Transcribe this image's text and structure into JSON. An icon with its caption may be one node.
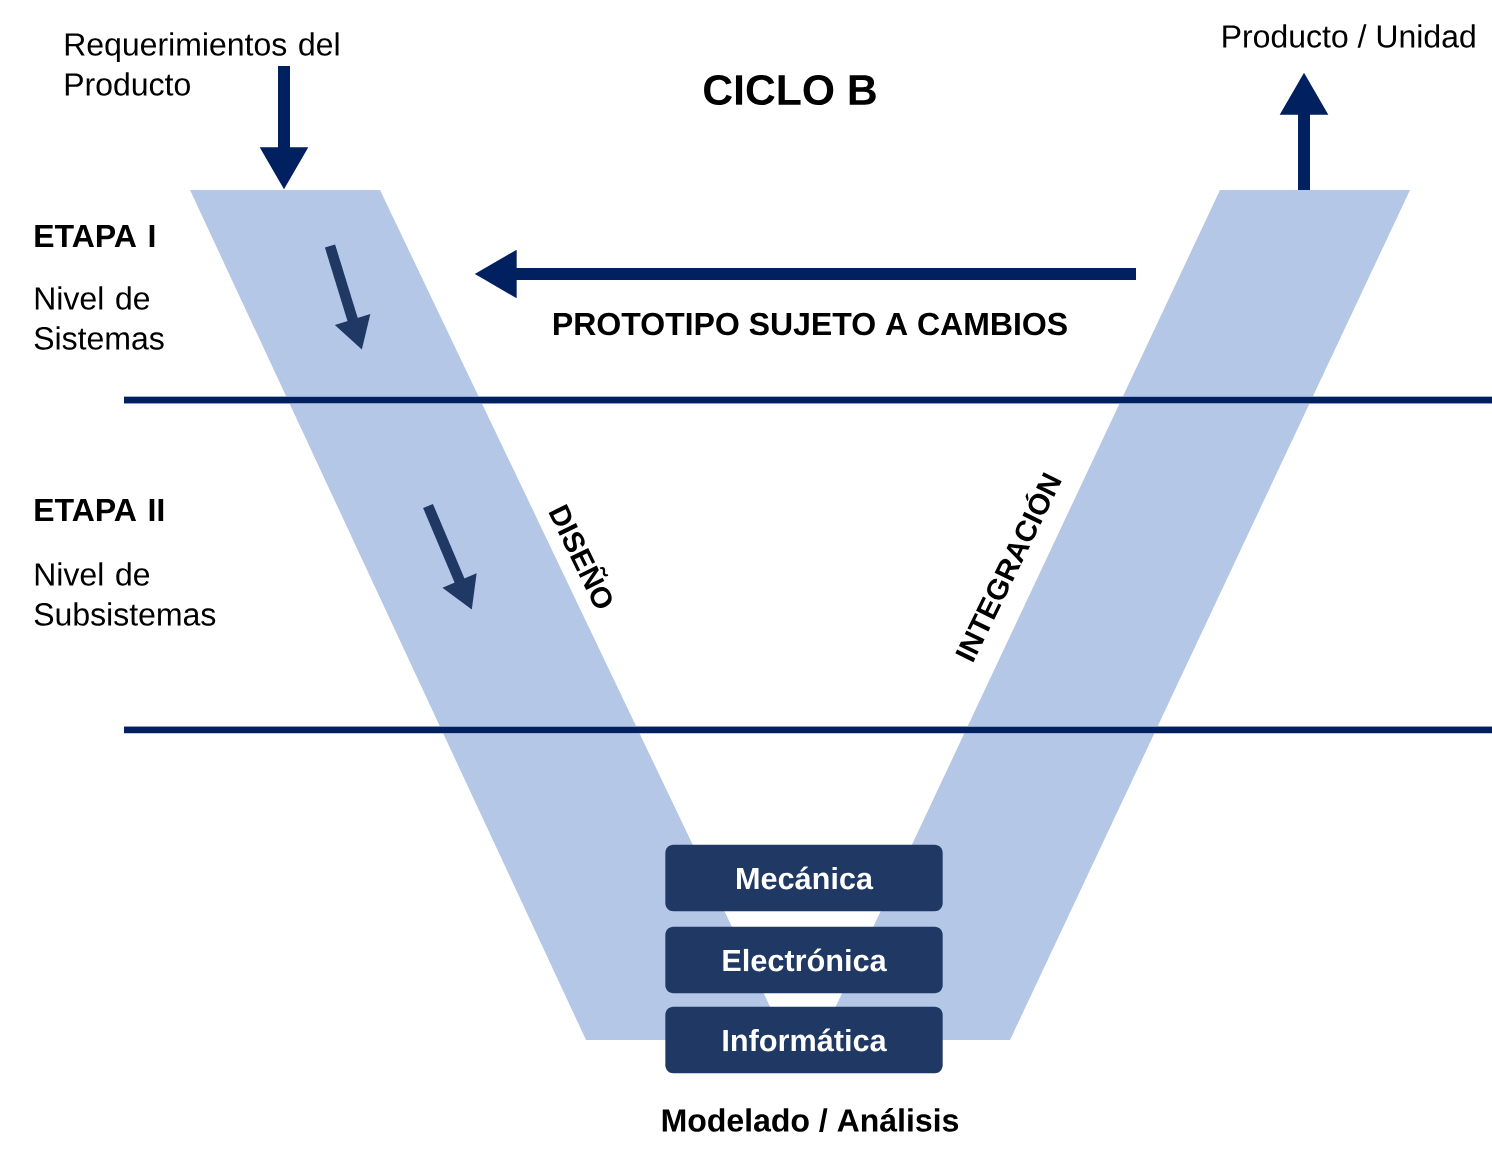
{
  "diagram": {
    "title": "CICLO B",
    "nodes": [
      {
        "text": [
          "Requerimientos del Producto"
        ]
      },
      {
        "text": [
          "DISEÑO"
        ]
      },
      {
        "text": [
          "INTEGRACIÓN"
        ]
      },
      {
        "text": [
          "Producto / Unidad"
        ]
      },
      {
        "text": [
          "Mecánica"
        ]
      },
      {
        "text": [
          "Electrónica"
        ]
      },
      {
        "text": [
          "Informática"
        ]
      }
    ],
    "edges": [
      {
        "from": 0,
        "to": 1,
        "arrow": "to"
      },
      {
        "from": 2,
        "to": 1,
        "arrow": "to",
        "label": "PROTOTIPO SUJETO A CAMBIOS"
      },
      {
        "from": 2,
        "to": 3,
        "arrow": "to"
      }
    ],
    "labels": [
      "ETAPA I",
      "Nivel de Sistemas",
      "ETAPA II",
      "Nivel de Subsistemas",
      "Modelado / Análisis"
    ]
  }
}
